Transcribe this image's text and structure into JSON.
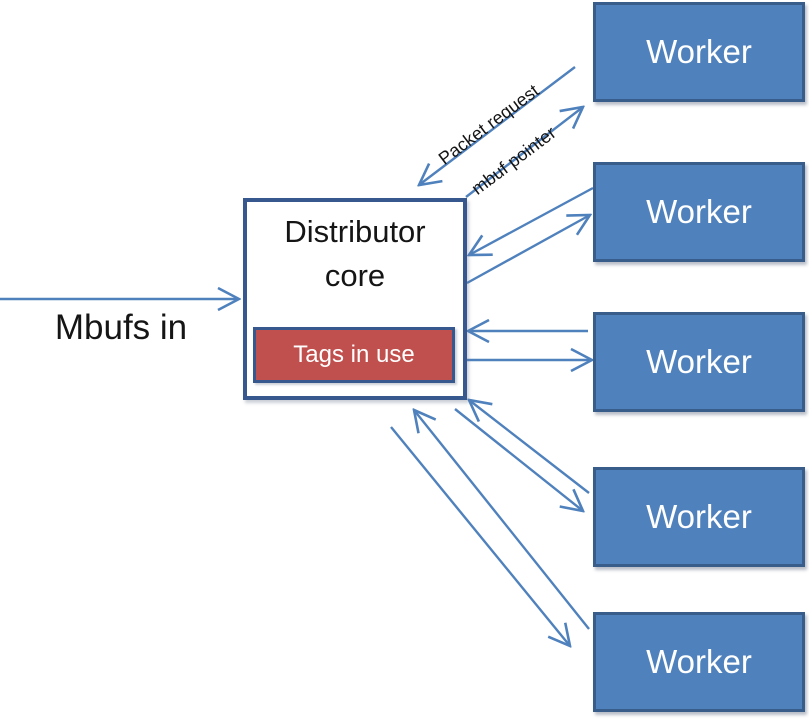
{
  "diagram": {
    "mbufs_in_label": "Mbufs in",
    "distributor": {
      "title_line1": "Distributor",
      "title_line2": "core",
      "tags_label": "Tags in use"
    },
    "workers": [
      {
        "label": "Worker"
      },
      {
        "label": "Worker"
      },
      {
        "label": "Worker"
      },
      {
        "label": "Worker"
      },
      {
        "label": "Worker"
      }
    ],
    "arrow_labels": {
      "packet_request": "Packet request",
      "mbuf_pointer": "mbuf pointer"
    },
    "colors": {
      "arrow_blue": "#4f81bd",
      "worker_fill": "#4f81bd",
      "worker_border": "#385d8a",
      "distributor_border": "#36588f",
      "tags_fill": "#c0504d",
      "text_dark": "#151515",
      "text_light": "#ffffff"
    }
  }
}
